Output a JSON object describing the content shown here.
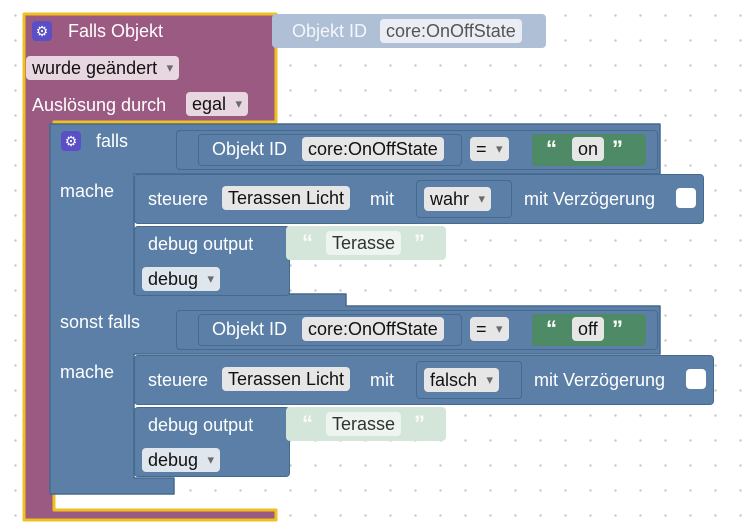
{
  "trigger": {
    "title": "Falls Objekt",
    "changed_dropdown": "wurde geändert",
    "trigger_label": "Auslösung durch",
    "trigger_dropdown": "egal"
  },
  "object_id_block": {
    "label": "Objekt ID",
    "value": "core:OnOffState"
  },
  "if_block": {
    "if_label": "falls",
    "do_label": "mache",
    "elseif_label": "sonst falls",
    "do2_label": "mache"
  },
  "cond1": {
    "label": "Objekt ID",
    "value": "core:OnOffState",
    "operator": "=",
    "compare_value": "on"
  },
  "cond2": {
    "label": "Objekt ID",
    "value": "core:OnOffState",
    "operator": "=",
    "compare_value": "off"
  },
  "control1": {
    "label": "steuere",
    "device": "Terassen Licht",
    "with_label": "mit",
    "value": "wahr",
    "delay_label": "mit Verzögerung"
  },
  "control2": {
    "label": "steuere",
    "device": "Terassen Licht",
    "with_label": "mit",
    "value": "falsch",
    "delay_label": "mit Verzögerung"
  },
  "debug1": {
    "label": "debug output",
    "text": "Terasse",
    "level": "debug"
  },
  "debug2": {
    "label": "debug output",
    "text": "Terasse",
    "level": "debug"
  },
  "glyphs": {
    "gear": "⚙",
    "open_quote": "“",
    "close_quote": "”"
  },
  "colors": {
    "trigger_block": "#9b5a82",
    "trigger_border": "#f0c020",
    "logic_block": "#5b7fa6",
    "text_block": "#4e8a66",
    "text_block_faded": "#d4e6da",
    "object_faded": "#aebfd6"
  }
}
